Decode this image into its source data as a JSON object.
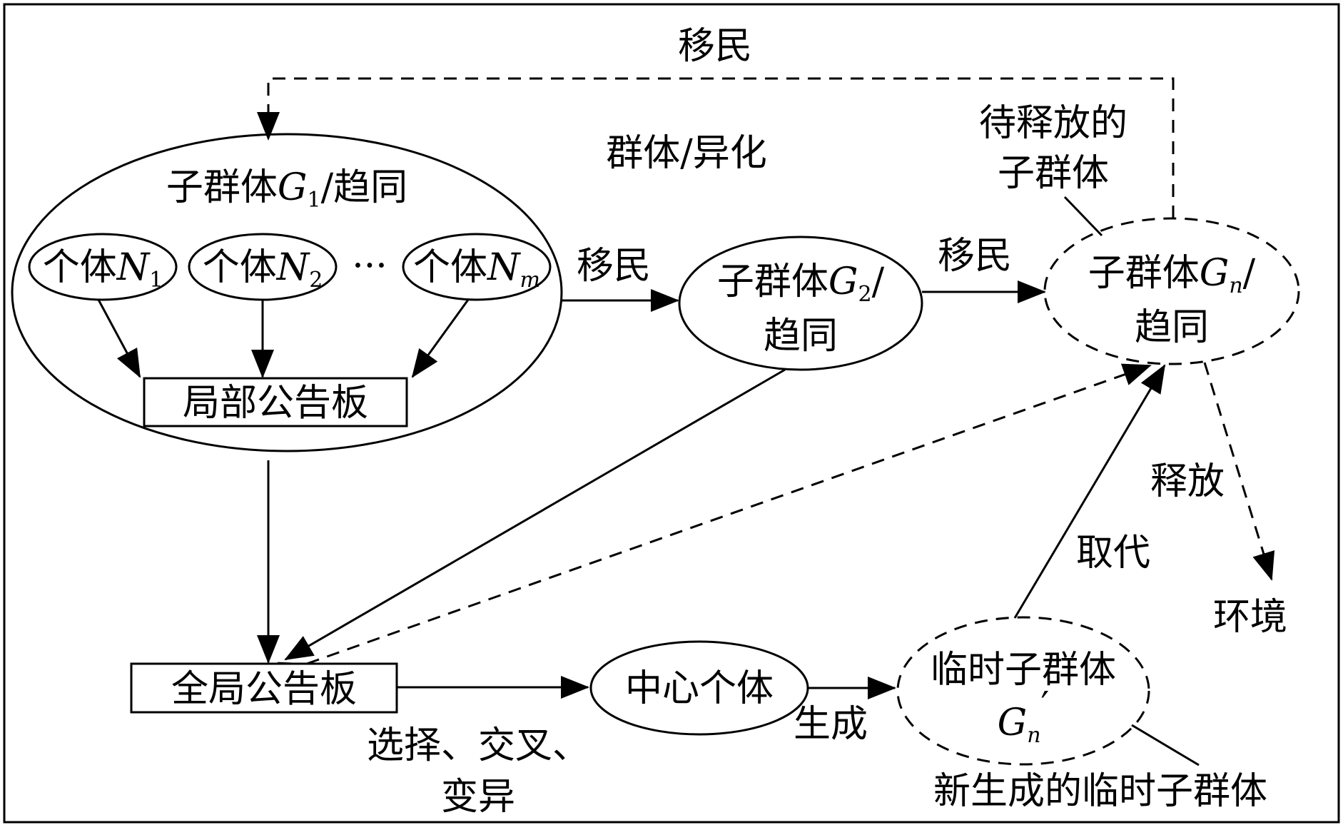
{
  "labels": {
    "top_migration": "移民",
    "population_diversity": "群体/异化",
    "waiting_release_line1": "待释放的",
    "waiting_release_line2": "子群体",
    "migration_g1_g2": "移民",
    "migration_g2_gn": "移民",
    "release": "释放",
    "environment": "环境",
    "replace": "取代",
    "generate": "生成",
    "ops_line1": "选择、交叉、",
    "ops_line2": "变异",
    "new_temp_caption": "新生成的临时子群体"
  },
  "g1": {
    "prefix": "子群体",
    "var": "G",
    "sub": "1",
    "suffix": "/趋同"
  },
  "individuals": [
    {
      "prefix": "个体",
      "var": "N",
      "sub": "1"
    },
    {
      "prefix": "个体",
      "var": "N",
      "sub": "2"
    },
    {
      "prefix": "个体",
      "var": "N",
      "sub": "m"
    }
  ],
  "ellipsis": "···",
  "local_board": "局部公告板",
  "global_board": "全局公告板",
  "g2": {
    "prefix": "子群体",
    "var": "G",
    "sub": "2",
    "suffix": "/",
    "line2": "趋同"
  },
  "gn": {
    "prefix": "子群体",
    "var": "G",
    "sub": "n",
    "suffix": "/",
    "line2": "趋同"
  },
  "center": "中心个体",
  "temp": {
    "line1": "临时子群体",
    "var": "G",
    "sub": "n",
    "prime": "′"
  }
}
